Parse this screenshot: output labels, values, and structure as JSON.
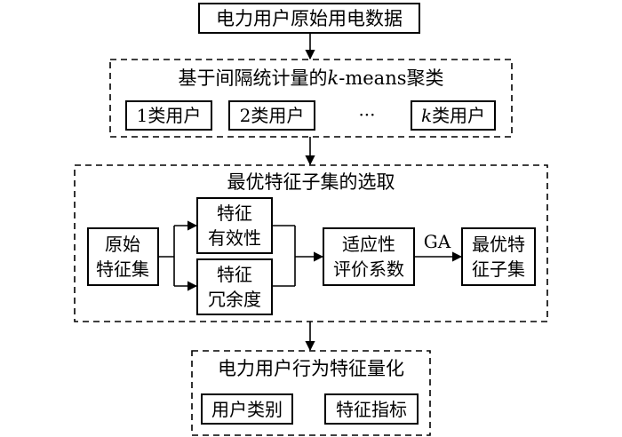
{
  "diagram": {
    "top_box": "电力用户原始用电数据",
    "clustering": {
      "title_prefix": "基于间隔统计量的",
      "title_italic": "k",
      "title_suffix": "-means聚类",
      "cluster_1": "1类用户",
      "cluster_2": "2类用户",
      "ellipsis": "···",
      "cluster_k_italic": "k",
      "cluster_k_suffix": "类用户"
    },
    "selection": {
      "title": "最优特征子集的选取",
      "original_features": [
        "原始",
        "特征集"
      ],
      "feature_validity": [
        "特征",
        "有效性"
      ],
      "feature_redundancy": [
        "特征",
        "冗余度"
      ],
      "fitness": [
        "适应性",
        "评价系数"
      ],
      "ga_label": "GA",
      "optimal_subset": [
        "最优特",
        "征子集"
      ]
    },
    "quantification": {
      "title": "电力用户行为特征量化",
      "user_category": "用户类别",
      "feature_index": "特征指标"
    }
  }
}
